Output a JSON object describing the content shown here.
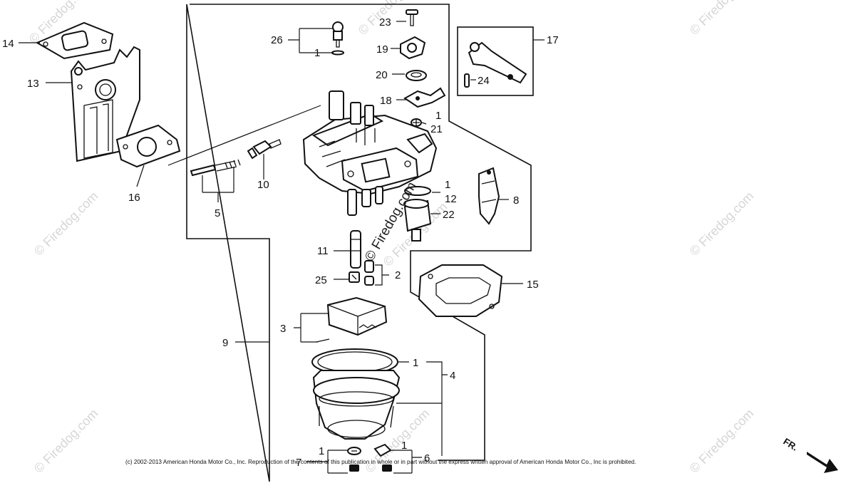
{
  "watermarks": {
    "brand": "© Firedog.com"
  },
  "callouts": {
    "c1": "1",
    "c2": "2",
    "c3": "3",
    "c4": "4",
    "c5": "5",
    "c6": "6",
    "c7": "7",
    "c8": "8",
    "c9": "9",
    "c10": "10",
    "c11": "11",
    "c12": "12",
    "c13": "13",
    "c14": "14",
    "c15": "15",
    "c16": "16",
    "c17": "17",
    "c18": "18",
    "c19": "19",
    "c20": "20",
    "c21": "21",
    "c22": "22",
    "c23": "23",
    "c24": "24",
    "c25": "25",
    "c26": "26"
  },
  "copyright": "(c) 2002-2013 American Honda Motor Co., Inc. Reproduction of the contents of this publication in whole or in part without the express written approval of American Honda Motor Co., Inc is prohibited.",
  "direction": {
    "label": "FR."
  }
}
